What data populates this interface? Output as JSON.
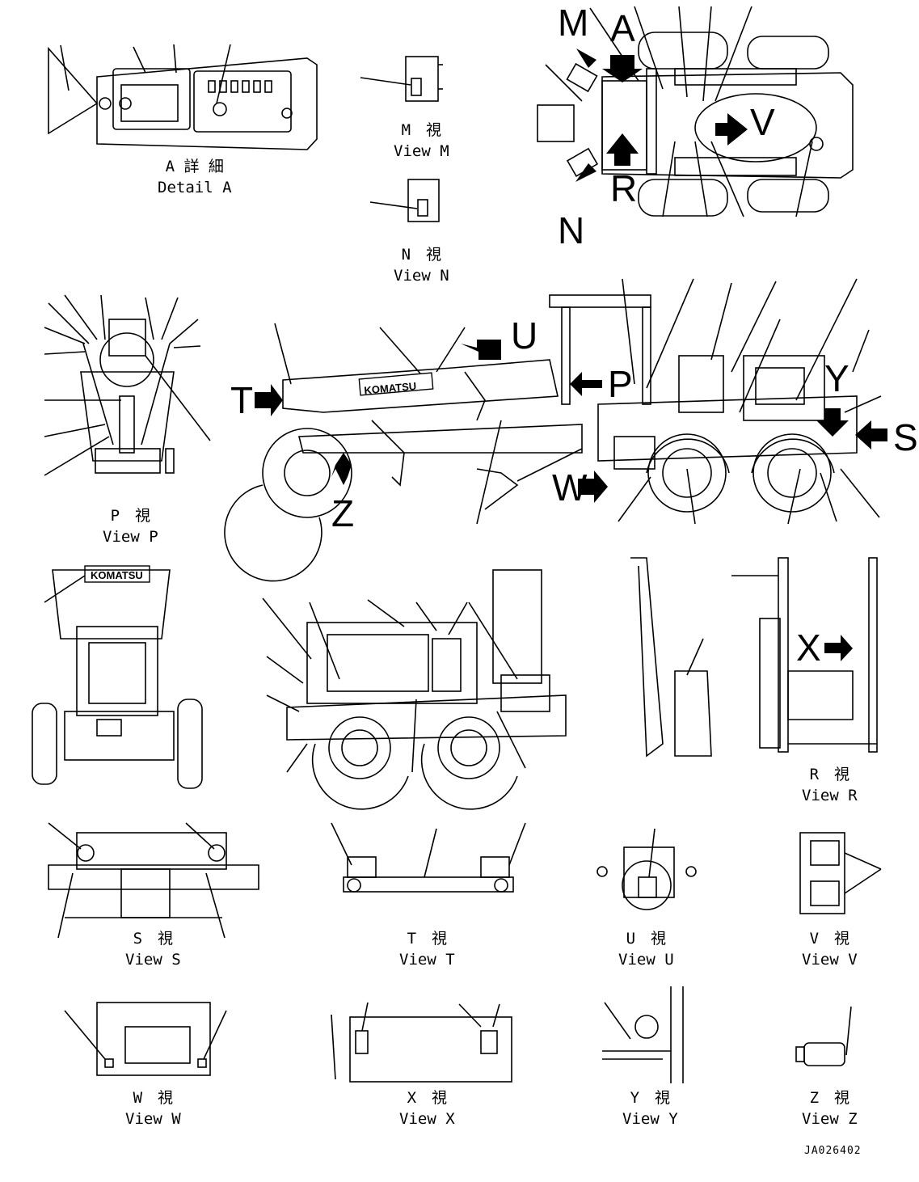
{
  "views": [
    {
      "id": "detail-a",
      "jp": "A 詳 細",
      "en": "Detail A"
    },
    {
      "id": "view-m",
      "jp": "M　視",
      "en": "View M"
    },
    {
      "id": "view-n",
      "jp": "N　視",
      "en": "View N"
    },
    {
      "id": "view-p",
      "jp": "P　視",
      "en": "View P"
    },
    {
      "id": "view-r",
      "jp": "R　視",
      "en": "View R"
    },
    {
      "id": "view-s",
      "jp": "S　視",
      "en": "View S"
    },
    {
      "id": "view-t",
      "jp": "T　視",
      "en": "View T"
    },
    {
      "id": "view-u",
      "jp": "U　視",
      "en": "View U"
    },
    {
      "id": "view-v",
      "jp": "V　視",
      "en": "View V"
    },
    {
      "id": "view-w",
      "jp": "W　視",
      "en": "View W"
    },
    {
      "id": "view-x",
      "jp": "X　視",
      "en": "View X"
    },
    {
      "id": "view-y",
      "jp": "Y　視",
      "en": "View Y"
    },
    {
      "id": "view-z",
      "jp": "Z　視",
      "en": "View Z"
    }
  ],
  "callouts": {
    "M": "M",
    "A": "A",
    "V": "V",
    "R": "R",
    "N": "N",
    "U": "U",
    "P": "P",
    "T": "T",
    "Y": "Y",
    "S": "S",
    "W": "W",
    "Z": "Z",
    "X": "X"
  },
  "brand": "KOMATSU",
  "drawing_code": "JA026402"
}
